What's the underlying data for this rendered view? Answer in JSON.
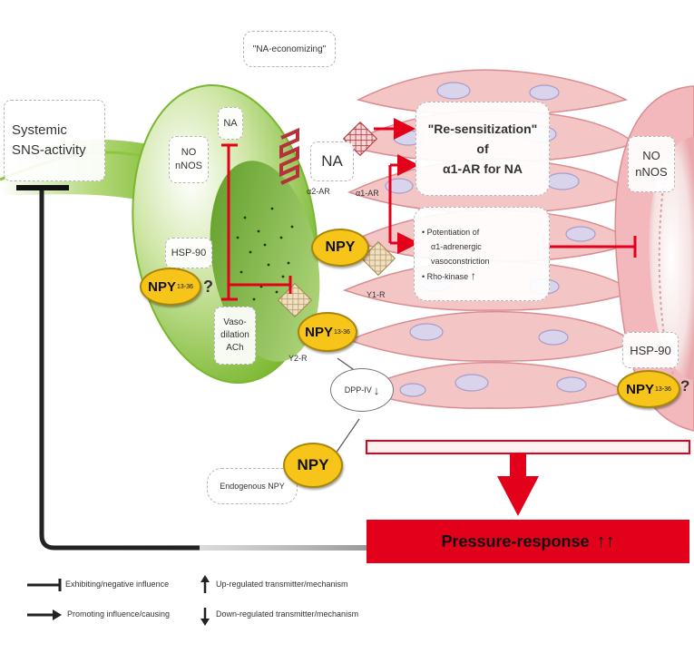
{
  "labels": {
    "na_economizing": "\"NA-economizing\"",
    "systemic_line1": "Systemic",
    "systemic_line2": "SNS-activity",
    "na_nerve": "NA",
    "no_left": "NO",
    "nnos_left": "nNOS",
    "hsp_left": "HSP-90",
    "npy": "NPY",
    "npy_sub": "13-36",
    "question": "?",
    "vaso_line1": "Vaso-",
    "vaso_line2": "dilation",
    "vaso_line3": "ACh",
    "na_cleft": "NA",
    "a2ar": "α2-AR",
    "a1ar": "α1-AR",
    "y1r": "Y1-R",
    "y2r": "Y2-R",
    "dpp": "DPP-IV",
    "dpp_arrow": "↓",
    "endogenous": "Endogenous NPY",
    "resens_line1": "\"Re-sensitization\"",
    "resens_line2": "of",
    "resens_line3": "α1-AR for NA",
    "bullet1_line1": "• Potentiation of",
    "bullet1_line2": "α1-adrenergic",
    "bullet1_line3": "vasoconstriction",
    "bullet2": "• Rho-kinase",
    "bullet2_arrow": "↑",
    "no_right": "NO",
    "nnos_right": "nNOS",
    "hsp_right": "HSP-90",
    "pressure": "Pressure-response",
    "pressure_arrows": "↑↑"
  },
  "legend": {
    "inhibit": "Exhibiting/negative influence",
    "promote": "Promoting influence/causing",
    "up": "Up-regulated transmitter/mechanism",
    "down": "Down-regulated transmitter/mechanism"
  },
  "colors": {
    "nerve_green": "#8cc63f",
    "cell_pink": "#f4c5c5",
    "nucleus": "#d9d3ec",
    "inhibit_red": "#e3001b",
    "npy_yellow": "#f7c51a",
    "pressure_red": "#e3001b"
  }
}
